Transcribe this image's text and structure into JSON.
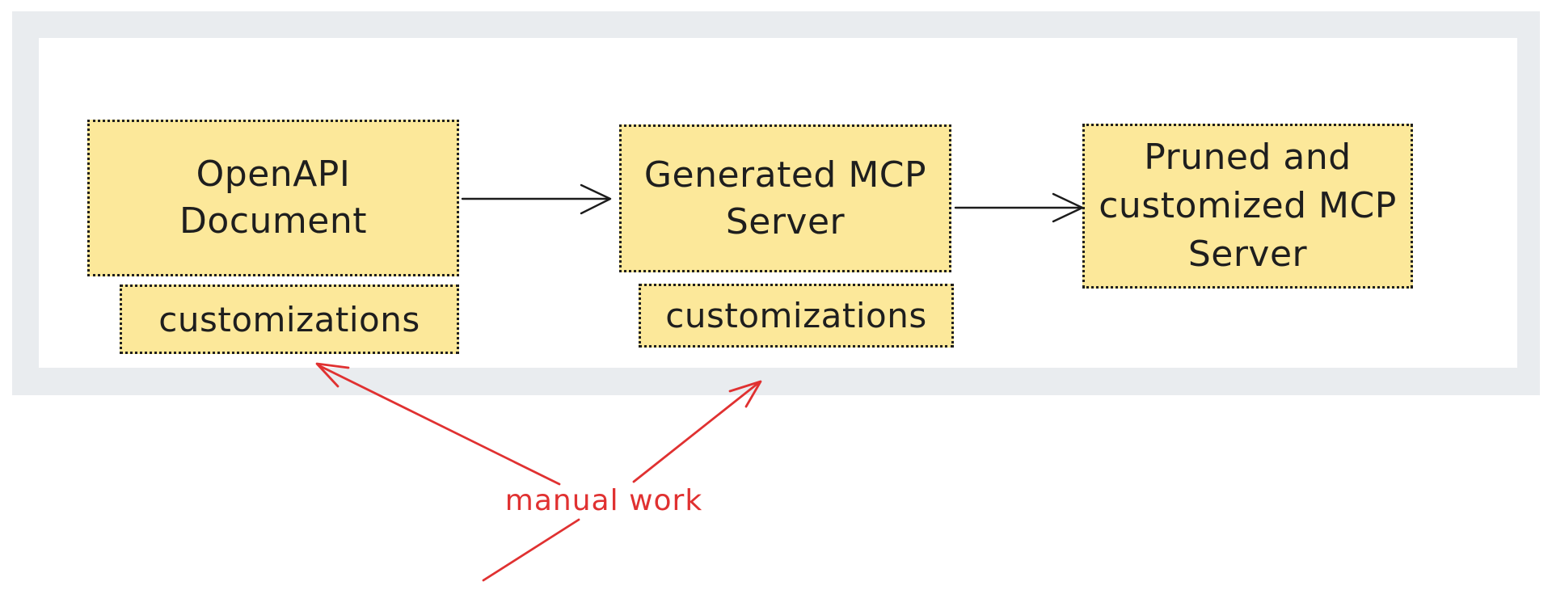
{
  "diagram": {
    "nodes": {
      "openapi": {
        "label": "OpenAPI\nDocument"
      },
      "generated": {
        "label": "Generated MCP\nServer"
      },
      "pruned": {
        "label": "Pruned and\ncustomized MCP\nServer"
      },
      "customizations_left": {
        "label": "customizations"
      },
      "customizations_right": {
        "label": "customizations"
      }
    },
    "edges": [
      {
        "from": "OpenAPI Document",
        "to": "Generated MCP Server",
        "style": "black-arrow"
      },
      {
        "from": "Generated MCP Server",
        "to": "Pruned and customized MCP Server",
        "style": "black-arrow"
      }
    ],
    "annotation": {
      "label": "manual work",
      "color": "#e03131",
      "points_to": [
        "customizations (left)",
        "customizations (right)"
      ]
    },
    "colors": {
      "node_fill": "#fce89a",
      "node_border": "#1f1f1f",
      "text": "#1e1e1e",
      "black_arrow": "#1c1c1c",
      "frame_background": "#e9ecef",
      "canvas_background": "#ffffff"
    }
  }
}
